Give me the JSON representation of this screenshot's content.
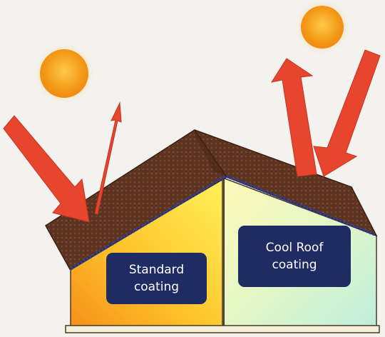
{
  "labels": {
    "standard": {
      "line1": "Standard",
      "line2": "coating"
    },
    "cool_roof": {
      "line1": "Cool Roof",
      "line2": "coating"
    }
  },
  "icons": [
    "sun-icon-left",
    "sun-icon-right"
  ],
  "colors": {
    "sun": "#f29a1c",
    "arrow": "#e8452f",
    "roof": "#5a3321",
    "label_bg": "#1f2b63",
    "warm_wall": "#ffd23a",
    "cool_wall": "#d8f5c4"
  }
}
